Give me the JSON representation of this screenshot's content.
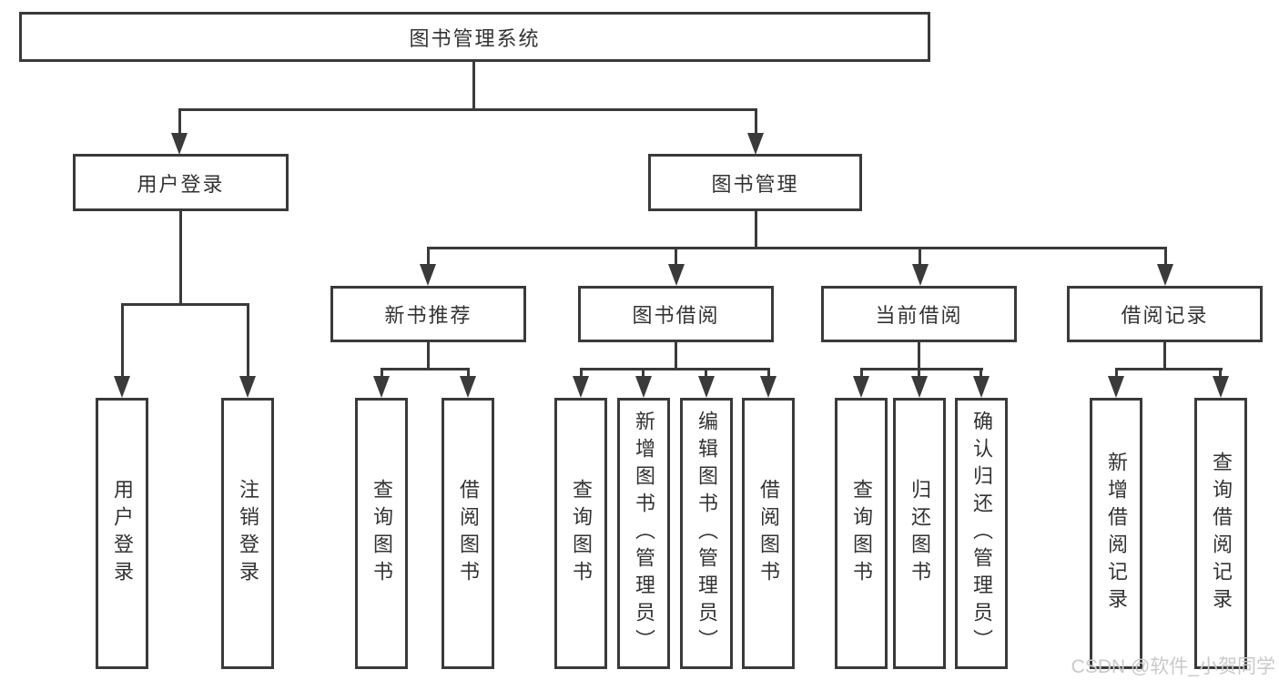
{
  "colors": {
    "line": "#3a3a3a",
    "text": "#333333",
    "watermark": "#c9c9c9",
    "background": "#ffffff"
  },
  "nodes": {
    "root": "图书管理系统",
    "login": {
      "label": "用户登录",
      "children": [
        "用户登录",
        "注销登录"
      ]
    },
    "mgmt": {
      "label": "图书管理",
      "sections": {
        "recommend": {
          "label": "新书推荐",
          "children": [
            "查询图书",
            "借阅图书"
          ]
        },
        "borrow": {
          "label": "图书借阅",
          "children": [
            "查询图书",
            "新增图书（管理员）",
            "编辑图书（管理员）",
            "借阅图书"
          ]
        },
        "current": {
          "label": "当前借阅",
          "children": [
            "查询图书",
            "归还图书",
            "确认归还（管理员）"
          ]
        },
        "records": {
          "label": "借阅记录",
          "children": [
            "新增借阅记录",
            "查询借阅记录"
          ]
        }
      }
    }
  },
  "watermark": "CSDN @软件_小贺同学"
}
